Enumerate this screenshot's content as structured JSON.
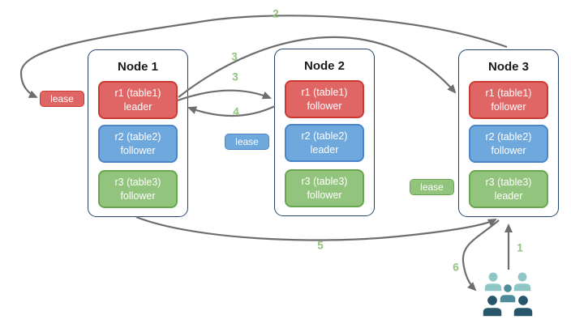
{
  "colors": {
    "red_fill": "#e06666",
    "red_border": "#cc3a33",
    "blue_fill": "#6fa8dc",
    "blue_border": "#4a86c8",
    "green_fill": "#93c47d",
    "green_border": "#69a84f",
    "node_border": "#23436b",
    "node_bg": "#ffffff",
    "title_text": "#1a1a1a",
    "arrow": "#6e6e6e",
    "step_label": "#93c47d",
    "users_back": "#8fc7c6",
    "users_mid": "#4f8b9b",
    "users_front": "#27566b"
  },
  "nodes": [
    {
      "title": "Node 1",
      "replicas": [
        {
          "name": "r1 (table1)",
          "role": "leader",
          "color": "red"
        },
        {
          "name": "r2 (table2)",
          "role": "follower",
          "color": "blue"
        },
        {
          "name": "r3 (table3)",
          "role": "follower",
          "color": "green"
        }
      ]
    },
    {
      "title": "Node 2",
      "replicas": [
        {
          "name": "r1 (table1)",
          "role": "follower",
          "color": "red"
        },
        {
          "name": "r2 (table2)",
          "role": "leader",
          "color": "blue"
        },
        {
          "name": "r3 (table3)",
          "role": "follower",
          "color": "green"
        }
      ]
    },
    {
      "title": "Node 3",
      "replicas": [
        {
          "name": "r1 (table1)",
          "role": "follower",
          "color": "red"
        },
        {
          "name": "r2 (table2)",
          "role": "follower",
          "color": "blue"
        },
        {
          "name": "r3 (table3)",
          "role": "leader",
          "color": "green"
        }
      ]
    }
  ],
  "leases": {
    "red": "lease",
    "blue": "lease",
    "green": "lease"
  },
  "steps": {
    "s1": "1",
    "s2": "2",
    "s3a": "3",
    "s3b": "3",
    "s4": "4",
    "s5": "5",
    "s6": "6"
  }
}
